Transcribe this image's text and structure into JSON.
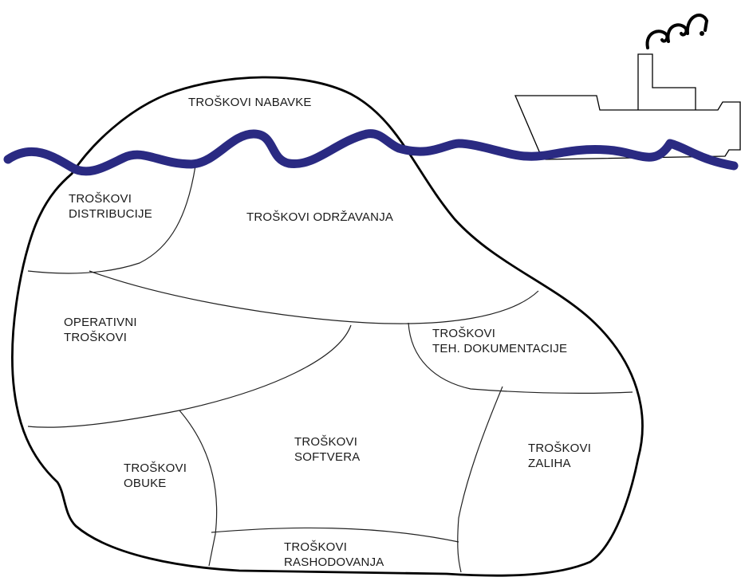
{
  "diagram": {
    "colors": {
      "water": "#2a2a82",
      "outline": "#000000",
      "divider": "#222222",
      "text": "#1a1a1a"
    },
    "regions": {
      "nabavke": {
        "line1": "TROŠKOVI NABAVKE"
      },
      "distribucije": {
        "line1": "TROŠKOVI",
        "line2": "DISTRIBUCIJE"
      },
      "odrzavanja": {
        "line1": "TROŠKOVI ODRŽAVANJA"
      },
      "operativni": {
        "line1": "OPERATIVNI",
        "line2": "TROŠKOVI"
      },
      "dokumentacije": {
        "line1": "TROŠKOVI",
        "line2": "TEH. DOKUMENTACIJE"
      },
      "softvera": {
        "line1": "TROŠKOVI",
        "line2": "SOFTVERA"
      },
      "obuke": {
        "line1": "TROŠKOVI",
        "line2": "OBUKE"
      },
      "zaliha": {
        "line1": "TROŠKOVI",
        "line2": "ZALIHA"
      },
      "rashodovanja": {
        "line1": "TROŠKOVI",
        "line2": "RASHODOVANJA"
      }
    },
    "icons": [
      "ship-icon",
      "smoke-icon",
      "water-wave-icon"
    ]
  }
}
